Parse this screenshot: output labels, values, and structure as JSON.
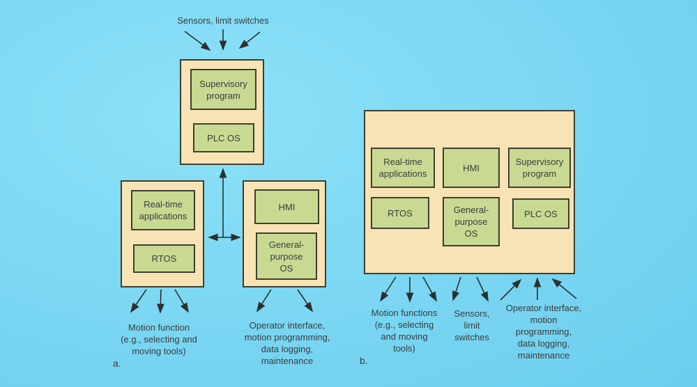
{
  "colors": {
    "background": "#7dd8f3",
    "panel_fill": "#f8e3b4",
    "module_fill": "#c8da92",
    "border": "#3d3d32",
    "text": "#3b3b3b"
  },
  "a": {
    "sensors_label": "Sensors, limit switches",
    "plc_unit": [
      "Supervisory\nprogram",
      "PLC OS"
    ],
    "realtime_unit": [
      "Real-time\napplications",
      "RTOS"
    ],
    "hmi_unit": [
      "HMI",
      "General-\npurpose\nOS"
    ],
    "motion_label": "Motion function\n(e.g., selecting and\nmoving tools)",
    "operator_label": "Operator interface,\nmotion programming,\ndata logging,\nmaintenance",
    "caption": "a."
  },
  "b": {
    "unit_row1": [
      "Real-time\napplications",
      "HMI",
      "Supervisory\nprogram"
    ],
    "unit_row2": [
      "RTOS",
      "General-\npurpose\nOS",
      "PLC OS"
    ],
    "motion_label": "Motion functions\n(e.g., selecting\nand moving\ntools)",
    "sensors_label": "Sensors,\nlimit\nswitches",
    "operator_label": "Operator interface,\nmotion\nprogramming,\ndata logging,\nmaintenance",
    "caption": "b."
  }
}
